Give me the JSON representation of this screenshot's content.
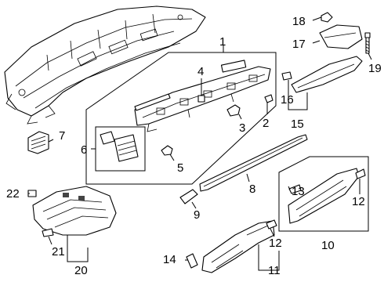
{
  "diagram": {
    "callouts": [
      {
        "id": "c1",
        "text": "1"
      },
      {
        "id": "c2",
        "text": "2"
      },
      {
        "id": "c3",
        "text": "3"
      },
      {
        "id": "c4",
        "text": "4"
      },
      {
        "id": "c5",
        "text": "5"
      },
      {
        "id": "c6",
        "text": "6"
      },
      {
        "id": "c7",
        "text": "7"
      },
      {
        "id": "c8",
        "text": "8"
      },
      {
        "id": "c9",
        "text": "9"
      },
      {
        "id": "c10",
        "text": "10"
      },
      {
        "id": "c11",
        "text": "11"
      },
      {
        "id": "c12a",
        "text": "12"
      },
      {
        "id": "c12b",
        "text": "12"
      },
      {
        "id": "c13",
        "text": "13"
      },
      {
        "id": "c14",
        "text": "14"
      },
      {
        "id": "c15",
        "text": "15"
      },
      {
        "id": "c16",
        "text": "16"
      },
      {
        "id": "c17",
        "text": "17"
      },
      {
        "id": "c18",
        "text": "18"
      },
      {
        "id": "c19",
        "text": "19"
      },
      {
        "id": "c20",
        "text": "20"
      },
      {
        "id": "c21",
        "text": "21"
      },
      {
        "id": "c22",
        "text": "22"
      }
    ]
  }
}
